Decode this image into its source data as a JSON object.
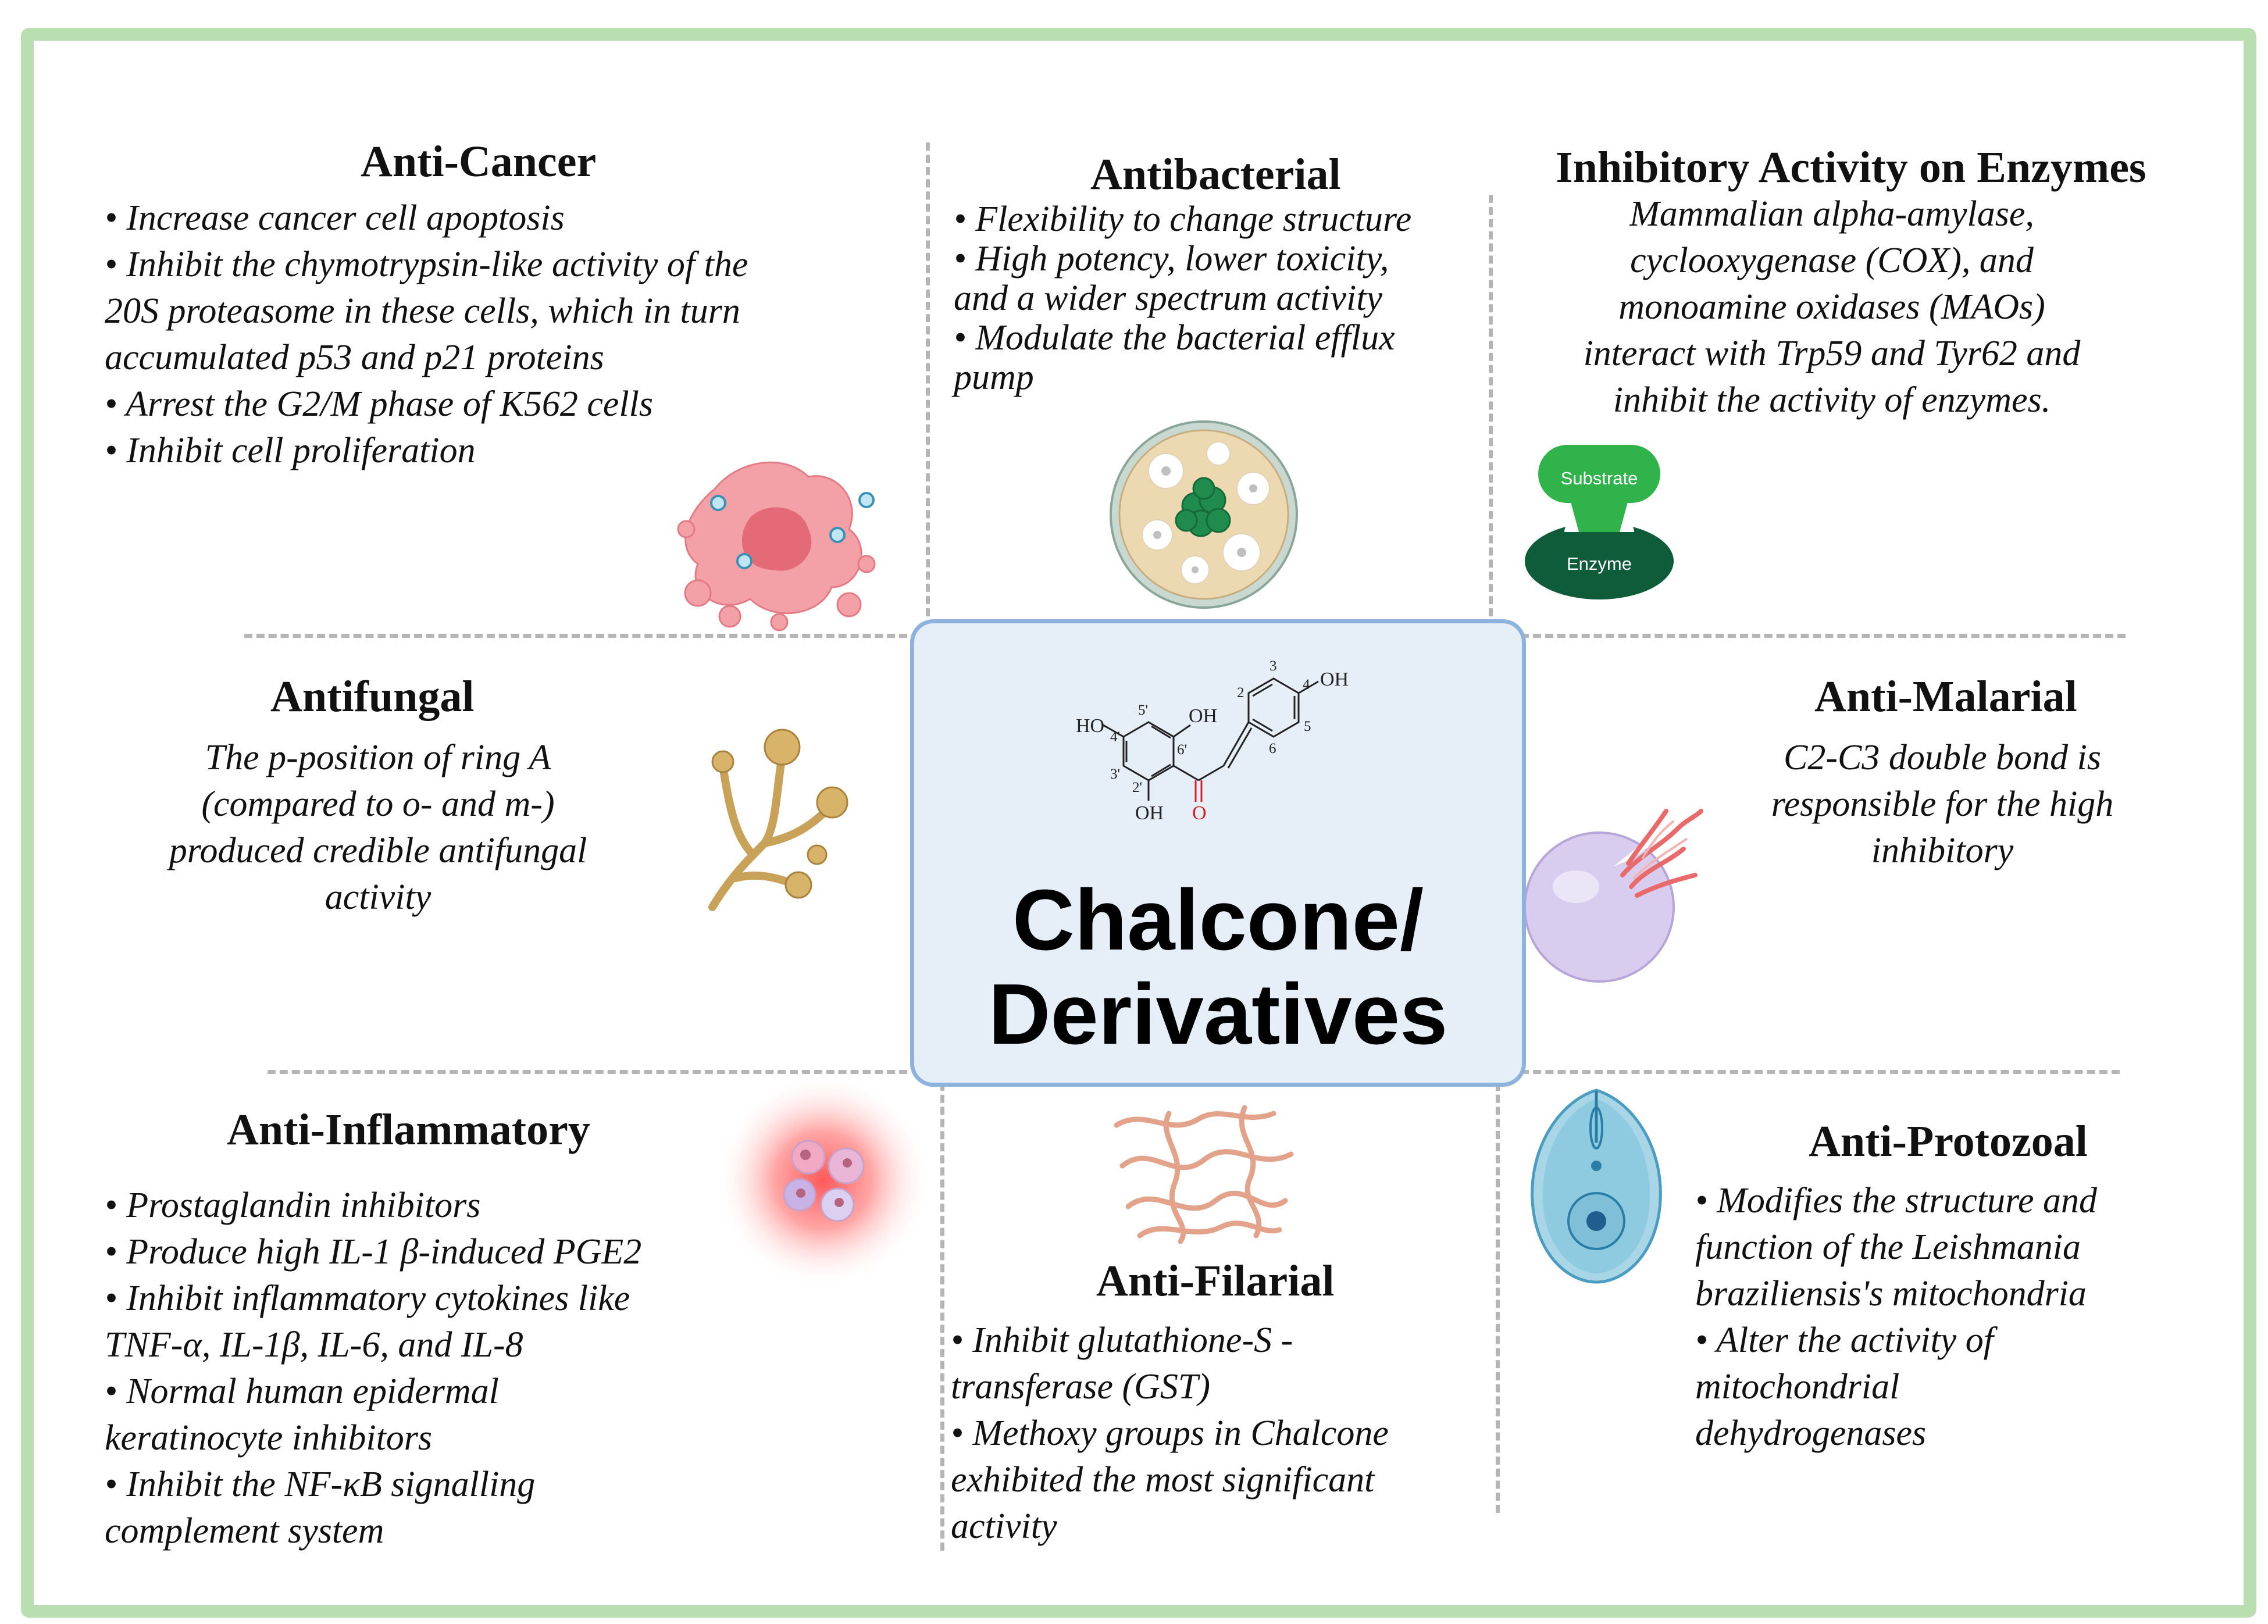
{
  "center": {
    "title_lines": [
      "Chalcone/",
      "Derivatives"
    ],
    "molecule": {
      "labels": {
        "ho_left": "HO",
        "oh_top": "OH",
        "oh_bottom": "OH",
        "oh_right": "OH",
        "o": "O"
      },
      "numbers": {
        "n2": "2",
        "n3": "3",
        "n4": "4",
        "n5": "5",
        "n6": "6",
        "n2p": "2'",
        "n3p": "3'",
        "n4p": "4'",
        "n5p": "5'",
        "n6p": "6'"
      },
      "colors": {
        "bond": "#222222",
        "oxygen": "#d62020"
      }
    }
  },
  "sections": {
    "anti_cancer": {
      "title": "Anti-Cancer",
      "lines": [
        "• Increase cancer  cell apoptosis",
        "• Inhibit the chymotrypsin-like activity of the",
        "20S proteasome in these cells, which in turn",
        "accumulated p53 and p21 proteins",
        "• Arrest the G2/M phase of K562 cells",
        "• Inhibit cell proliferation"
      ],
      "icon": "cancer-cell-icon"
    },
    "antibacterial": {
      "title": "Antibacterial",
      "lines": [
        "• Flexibility to change structure",
        "• High potency, lower toxicity,",
        "and a wider spectrum activity",
        "• Modulate the bacterial efflux",
        "pump"
      ],
      "icon": "petri-dish-icon"
    },
    "enzymes": {
      "title": "Inhibitory Activity on Enzymes",
      "lines": [
        "Mammalian alpha-amylase,",
        "cyclooxygenase (COX), and",
        "monoamine oxidases (MAOs)",
        "interact with Trp59 and Tyr62 and",
        "inhibit the activity of enzymes."
      ],
      "icon": "enzyme-substrate-icon",
      "substrate_label": "Substrate",
      "enzyme_label": "Enzyme",
      "colors": {
        "substrate": "#2fb34a",
        "enzyme": "#0e5c3a"
      }
    },
    "antifungal": {
      "title": "Antifungal",
      "lines": [
        "The p-position of ring A",
        "(compared to o- and m-)",
        "produced credible antifungal",
        "activity"
      ],
      "icon": "fungus-icon"
    },
    "anti_malarial": {
      "title": "Anti-Malarial",
      "lines": [
        "C2-C3 double bond is",
        "responsible for the high",
        "inhibitory"
      ],
      "icon": "malaria-cell-icon"
    },
    "anti_inflammatory": {
      "title": "Anti-Inflammatory",
      "lines": [
        "• Prostaglandin inhibitors",
        "• Produce high IL-1 β-induced PGE2",
        "• Inhibit inflammatory cytokines like",
        "TNF-α, IL-1β, IL-6, and IL-8",
        "• Normal human epidermal",
        "keratinocyte inhibitors",
        "• Inhibit the NF-κB signalling",
        "complement system"
      ],
      "icon": "inflamed-cells-icon"
    },
    "anti_filarial": {
      "title": "Anti-Filarial",
      "lines": [
        "• Inhibit glutathione-S -",
        "transferase (GST)",
        "• Methoxy groups in Chalcone",
        "exhibited the most significant",
        "activity"
      ],
      "icon": "filarial-worms-icon"
    },
    "anti_protozoal": {
      "title": "Anti-Protozoal",
      "lines": [
        "• Modifies the structure and",
        "function of the Leishmania",
        "braziliensis's mitochondria",
        "• Alter the activity of",
        "mitochondrial",
        "dehydrogenases"
      ],
      "icon": "protozoa-icon"
    }
  },
  "colors": {
    "frame": "#b9deb0",
    "divider": "#b5b5b5",
    "center_fill": "#e6eef8",
    "center_border": "#8cb2dd"
  }
}
